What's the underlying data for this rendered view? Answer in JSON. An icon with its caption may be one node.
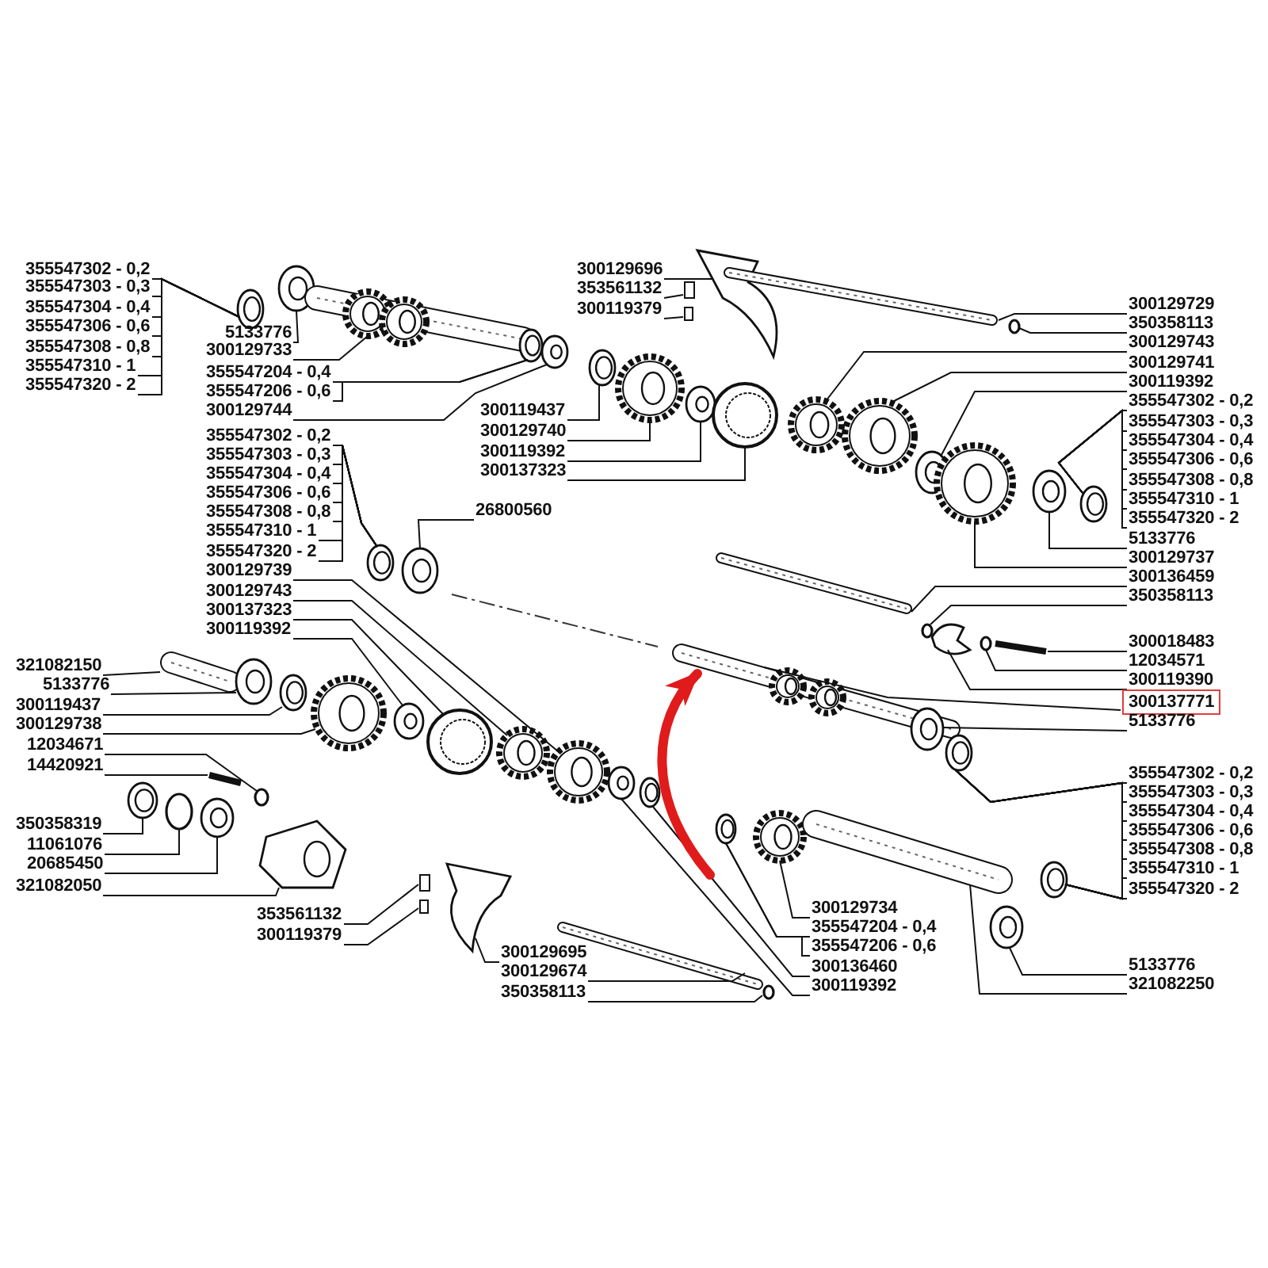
{
  "diagram": {
    "nodes": [
      {
        "text": [
          "355547302 - 0,2"
        ]
      },
      {
        "text": [
          "355547303 - 0,3"
        ]
      },
      {
        "text": [
          "355547304 - 0,4"
        ]
      },
      {
        "text": [
          "355547306 - 0,6"
        ]
      },
      {
        "text": [
          "355547308 - 0,8"
        ]
      },
      {
        "text": [
          "355547310 - 1"
        ]
      },
      {
        "text": [
          "355547320 - 2"
        ]
      },
      {
        "text": [
          "5133776"
        ]
      },
      {
        "text": [
          "300129733"
        ]
      },
      {
        "text": [
          "355547204 - 0,4"
        ]
      },
      {
        "text": [
          "355547206 - 0,6"
        ]
      },
      {
        "text": [
          "300129744"
        ]
      },
      {
        "text": [
          "355547302 - 0,2"
        ]
      },
      {
        "text": [
          "355547303 - 0,3"
        ]
      },
      {
        "text": [
          "355547304 - 0,4"
        ]
      },
      {
        "text": [
          "355547306 - 0,6"
        ]
      },
      {
        "text": [
          "355547308 - 0,8"
        ]
      },
      {
        "text": [
          "355547310 - 1"
        ]
      },
      {
        "text": [
          "355547320 - 2"
        ]
      },
      {
        "text": [
          "26800560"
        ]
      },
      {
        "text": [
          "300129739"
        ]
      },
      {
        "text": [
          "300129743"
        ]
      },
      {
        "text": [
          "300137323"
        ]
      },
      {
        "text": [
          "300119392"
        ]
      },
      {
        "text": [
          "321082150"
        ]
      },
      {
        "text": [
          "5133776"
        ]
      },
      {
        "text": [
          "300119437"
        ]
      },
      {
        "text": [
          "300129738"
        ]
      },
      {
        "text": [
          "12034671"
        ]
      },
      {
        "text": [
          "14420921"
        ]
      },
      {
        "text": [
          "350358319"
        ]
      },
      {
        "text": [
          "11061076"
        ]
      },
      {
        "text": [
          "20685450"
        ]
      },
      {
        "text": [
          "321082050"
        ]
      },
      {
        "text": [
          "353561132"
        ]
      },
      {
        "text": [
          "300119379"
        ]
      },
      {
        "text": [
          "300129695"
        ]
      },
      {
        "text": [
          "300129674"
        ]
      },
      {
        "text": [
          "350358113"
        ]
      },
      {
        "text": [
          "300129734"
        ]
      },
      {
        "text": [
          "355547204 - 0,4"
        ]
      },
      {
        "text": [
          "355547206 - 0,6"
        ]
      },
      {
        "text": [
          "300136460"
        ]
      },
      {
        "text": [
          "300119392"
        ]
      },
      {
        "text": [
          "300129696"
        ]
      },
      {
        "text": [
          "353561132"
        ]
      },
      {
        "text": [
          "300119379"
        ]
      },
      {
        "text": [
          "300119437"
        ]
      },
      {
        "text": [
          "300129740"
        ]
      },
      {
        "text": [
          "300119392"
        ]
      },
      {
        "text": [
          "300137323"
        ]
      },
      {
        "text": [
          "300129729"
        ]
      },
      {
        "text": [
          "350358113"
        ]
      },
      {
        "text": [
          "300129743"
        ]
      },
      {
        "text": [
          "300129741"
        ]
      },
      {
        "text": [
          "300119392"
        ]
      },
      {
        "text": [
          "355547302 - 0,2"
        ]
      },
      {
        "text": [
          "355547303 - 0,3"
        ]
      },
      {
        "text": [
          "355547304 - 0,4"
        ]
      },
      {
        "text": [
          "355547306 - 0,6"
        ]
      },
      {
        "text": [
          "355547308 - 0,8"
        ]
      },
      {
        "text": [
          "355547310 - 1"
        ]
      },
      {
        "text": [
          "355547320 - 2"
        ]
      },
      {
        "text": [
          "5133776"
        ]
      },
      {
        "text": [
          "300129737"
        ]
      },
      {
        "text": [
          "300136459"
        ]
      },
      {
        "text": [
          "350358113"
        ]
      },
      {
        "text": [
          "300018483"
        ]
      },
      {
        "text": [
          "12034571"
        ]
      },
      {
        "text": [
          "300119390"
        ]
      },
      {
        "text": [
          "300137771"
        ]
      },
      {
        "text": [
          "5133776"
        ]
      },
      {
        "text": [
          "355547302 - 0,2"
        ]
      },
      {
        "text": [
          "355547303 - 0,3"
        ]
      },
      {
        "text": [
          "355547304 - 0,4"
        ]
      },
      {
        "text": [
          "355547306 - 0,6"
        ]
      },
      {
        "text": [
          "355547308 - 0,8"
        ]
      },
      {
        "text": [
          "355547310 - 1"
        ]
      },
      {
        "text": [
          "355547320 - 2"
        ]
      },
      {
        "text": [
          "5133776"
        ]
      },
      {
        "text": [
          "321082250"
        ]
      },
      {
        "text": [],
        "shape": "picture"
      },
      {
        "text": [],
        "shape": "picture"
      },
      {
        "text": [],
        "shape": "picture"
      },
      {
        "text": [],
        "shape": "picture"
      },
      {
        "text": [],
        "shape": "picture"
      },
      {
        "text": [],
        "shape": "picture"
      },
      {
        "text": [],
        "shape": "picture"
      },
      {
        "text": [],
        "shape": "picture"
      },
      {
        "text": [],
        "shape": "picture"
      },
      {
        "text": [],
        "shape": "picture"
      },
      {
        "text": [],
        "shape": "picture"
      },
      {
        "text": [],
        "shape": "picture"
      },
      {
        "text": [],
        "shape": "picture"
      },
      {
        "text": [],
        "shape": "picture"
      },
      {
        "text": [],
        "shape": "picture"
      },
      {
        "text": [],
        "shape": "circle"
      },
      {
        "text": [],
        "shape": "picture"
      },
      {
        "text": [],
        "shape": "picture"
      },
      {
        "text": [],
        "shape": "circle"
      },
      {
        "text": [],
        "shape": "picture"
      },
      {
        "text": [],
        "shape": "picture"
      },
      {
        "text": [],
        "shape": "box"
      },
      {
        "text": [],
        "shape": "box"
      },
      {
        "text": [],
        "shape": "picture"
      },
      {
        "text": [],
        "shape": "picture"
      },
      {
        "text": [],
        "shape": "circle"
      },
      {
        "text": [],
        "shape": "picture"
      },
      {
        "text": [],
        "shape": "picture"
      },
      {
        "text": [],
        "shape": "picture"
      },
      {
        "text": [],
        "shape": "picture"
      },
      {
        "text": [],
        "shape": "picture"
      },
      {
        "text": [],
        "shape": "box"
      },
      {
        "text": [],
        "shape": "box"
      },
      {
        "text": [],
        "shape": "picture"
      },
      {
        "text": [],
        "shape": "picture"
      },
      {
        "text": [],
        "shape": "picture"
      },
      {
        "text": [],
        "shape": "picture"
      },
      {
        "text": [],
        "shape": "picture"
      },
      {
        "text": [],
        "shape": "circle"
      },
      {
        "text": [],
        "shape": "picture"
      },
      {
        "text": [],
        "shape": "picture"
      },
      {
        "text": [],
        "shape": "picture"
      },
      {
        "text": [],
        "shape": "picture"
      },
      {
        "text": [],
        "shape": "picture"
      },
      {
        "text": [],
        "shape": "picture"
      },
      {
        "text": [],
        "shape": "picture"
      },
      {
        "text": [],
        "shape": "circle"
      },
      {
        "text": [],
        "shape": "picture"
      },
      {
        "text": [],
        "shape": "circle"
      },
      {
        "text": [],
        "shape": "picture"
      },
      {
        "text": [],
        "shape": "picture"
      },
      {
        "text": [],
        "shape": "picture"
      },
      {
        "text": [],
        "shape": "picture"
      },
      {
        "text": [],
        "shape": "picture"
      },
      {
        "text": [],
        "shape": "picture"
      },
      {
        "text": [],
        "shape": "picture"
      }
    ],
    "edges": [
      {
        "from": 0,
        "to": 81,
        "arrow": "none"
      },
      {
        "from": 1,
        "to": 81,
        "arrow": "none"
      },
      {
        "from": 2,
        "to": 81,
        "arrow": "none"
      },
      {
        "from": 3,
        "to": 81,
        "arrow": "none"
      },
      {
        "from": 4,
        "to": 81,
        "arrow": "none"
      },
      {
        "from": 5,
        "to": 81,
        "arrow": "none"
      },
      {
        "from": 6,
        "to": 81,
        "arrow": "none"
      },
      {
        "from": 7,
        "to": 82,
        "arrow": "none"
      },
      {
        "from": 8,
        "to": 83,
        "arrow": "none"
      },
      {
        "from": 9,
        "to": 84,
        "arrow": "none"
      },
      {
        "from": 10,
        "to": 84,
        "arrow": "none"
      },
      {
        "from": 11,
        "to": 85,
        "arrow": "none"
      },
      {
        "from": 12,
        "to": 86,
        "arrow": "none"
      },
      {
        "from": 13,
        "to": 86,
        "arrow": "none"
      },
      {
        "from": 14,
        "to": 86,
        "arrow": "none"
      },
      {
        "from": 15,
        "to": 86,
        "arrow": "none"
      },
      {
        "from": 16,
        "to": 86,
        "arrow": "none"
      },
      {
        "from": 17,
        "to": 86,
        "arrow": "none"
      },
      {
        "from": 18,
        "to": 86,
        "arrow": "none"
      },
      {
        "from": 19,
        "to": 87,
        "arrow": "none"
      },
      {
        "from": 20,
        "to": 88,
        "arrow": "none"
      },
      {
        "from": 21,
        "to": 89,
        "arrow": "none"
      },
      {
        "from": 22,
        "to": 90,
        "arrow": "none"
      },
      {
        "from": 23,
        "to": 91,
        "arrow": "none"
      },
      {
        "from": 24,
        "to": 92,
        "arrow": "none"
      },
      {
        "from": 25,
        "to": 93,
        "arrow": "none"
      },
      {
        "from": 26,
        "to": 94,
        "arrow": "none"
      },
      {
        "from": 27,
        "to": 95,
        "arrow": "none"
      },
      {
        "from": 28,
        "to": 96,
        "arrow": "none"
      },
      {
        "from": 29,
        "to": 97,
        "arrow": "none"
      },
      {
        "from": 30,
        "to": 98,
        "arrow": "none"
      },
      {
        "from": 31,
        "to": 99,
        "arrow": "none"
      },
      {
        "from": 32,
        "to": 100,
        "arrow": "none"
      },
      {
        "from": 33,
        "to": 101,
        "arrow": "none"
      },
      {
        "from": 34,
        "to": 102,
        "arrow": "none"
      },
      {
        "from": 35,
        "to": 103,
        "arrow": "none"
      },
      {
        "from": 36,
        "to": 104,
        "arrow": "none"
      },
      {
        "from": 37,
        "to": 105,
        "arrow": "none"
      },
      {
        "from": 38,
        "to": 106,
        "arrow": "none"
      },
      {
        "from": 39,
        "to": 107,
        "arrow": "none"
      },
      {
        "from": 40,
        "to": 108,
        "arrow": "none"
      },
      {
        "from": 41,
        "to": 108,
        "arrow": "none"
      },
      {
        "from": 42,
        "to": 109,
        "arrow": "none"
      },
      {
        "from": 43,
        "to": 110,
        "arrow": "none"
      },
      {
        "from": 44,
        "to": 111,
        "arrow": "none"
      },
      {
        "from": 45,
        "to": 112,
        "arrow": "none"
      },
      {
        "from": 46,
        "to": 113,
        "arrow": "none"
      },
      {
        "from": 47,
        "to": 114,
        "arrow": "none"
      },
      {
        "from": 48,
        "to": 115,
        "arrow": "none"
      },
      {
        "from": 49,
        "to": 116,
        "arrow": "none"
      },
      {
        "from": 50,
        "to": 117,
        "arrow": "none"
      },
      {
        "from": 51,
        "to": 118,
        "arrow": "none"
      },
      {
        "from": 52,
        "to": 119,
        "arrow": "none"
      },
      {
        "from": 53,
        "to": 120,
        "arrow": "none"
      },
      {
        "from": 54,
        "to": 121,
        "arrow": "none"
      },
      {
        "from": 55,
        "to": 122,
        "arrow": "none"
      },
      {
        "from": 56,
        "to": 123,
        "arrow": "none"
      },
      {
        "from": 57,
        "to": 123,
        "arrow": "none"
      },
      {
        "from": 58,
        "to": 123,
        "arrow": "none"
      },
      {
        "from": 59,
        "to": 123,
        "arrow": "none"
      },
      {
        "from": 60,
        "to": 123,
        "arrow": "none"
      },
      {
        "from": 61,
        "to": 123,
        "arrow": "none"
      },
      {
        "from": 62,
        "to": 123,
        "arrow": "none"
      },
      {
        "from": 63,
        "to": 124,
        "arrow": "none"
      },
      {
        "from": 64,
        "to": 125,
        "arrow": "none"
      },
      {
        "from": 65,
        "to": 126,
        "arrow": "none"
      },
      {
        "from": 66,
        "to": 127,
        "arrow": "none"
      },
      {
        "from": 67,
        "to": 128,
        "arrow": "none"
      },
      {
        "from": 68,
        "to": 129,
        "arrow": "none"
      },
      {
        "from": 69,
        "to": 130,
        "arrow": "none"
      },
      {
        "from": 70,
        "to": 131,
        "arrow": "none"
      },
      {
        "from": 71,
        "to": 132,
        "arrow": "none"
      },
      {
        "from": 72,
        "to": 133,
        "arrow": "none"
      },
      {
        "from": 73,
        "to": 133,
        "arrow": "none"
      },
      {
        "from": 74,
        "to": 133,
        "arrow": "none"
      },
      {
        "from": 75,
        "to": 133,
        "arrow": "none"
      },
      {
        "from": 76,
        "to": 133,
        "arrow": "none"
      },
      {
        "from": 77,
        "to": 133,
        "arrow": "none"
      },
      {
        "from": 78,
        "to": 133,
        "arrow": "none"
      },
      {
        "from": 72,
        "to": 134,
        "arrow": "none"
      },
      {
        "from": 73,
        "to": 134,
        "arrow": "none"
      },
      {
        "from": 74,
        "to": 134,
        "arrow": "none"
      },
      {
        "from": 75,
        "to": 134,
        "arrow": "none"
      },
      {
        "from": 76,
        "to": 134,
        "arrow": "none"
      },
      {
        "from": 77,
        "to": 134,
        "arrow": "none"
      },
      {
        "from": 78,
        "to": 134,
        "arrow": "none"
      },
      {
        "from": 79,
        "to": 135,
        "arrow": "none"
      },
      {
        "from": 80,
        "to": 136,
        "arrow": "none"
      },
      {
        "from": null,
        "to": 131,
        "arrow": "to",
        "style": "thick",
        "color": "#e01b1b"
      }
    ]
  }
}
